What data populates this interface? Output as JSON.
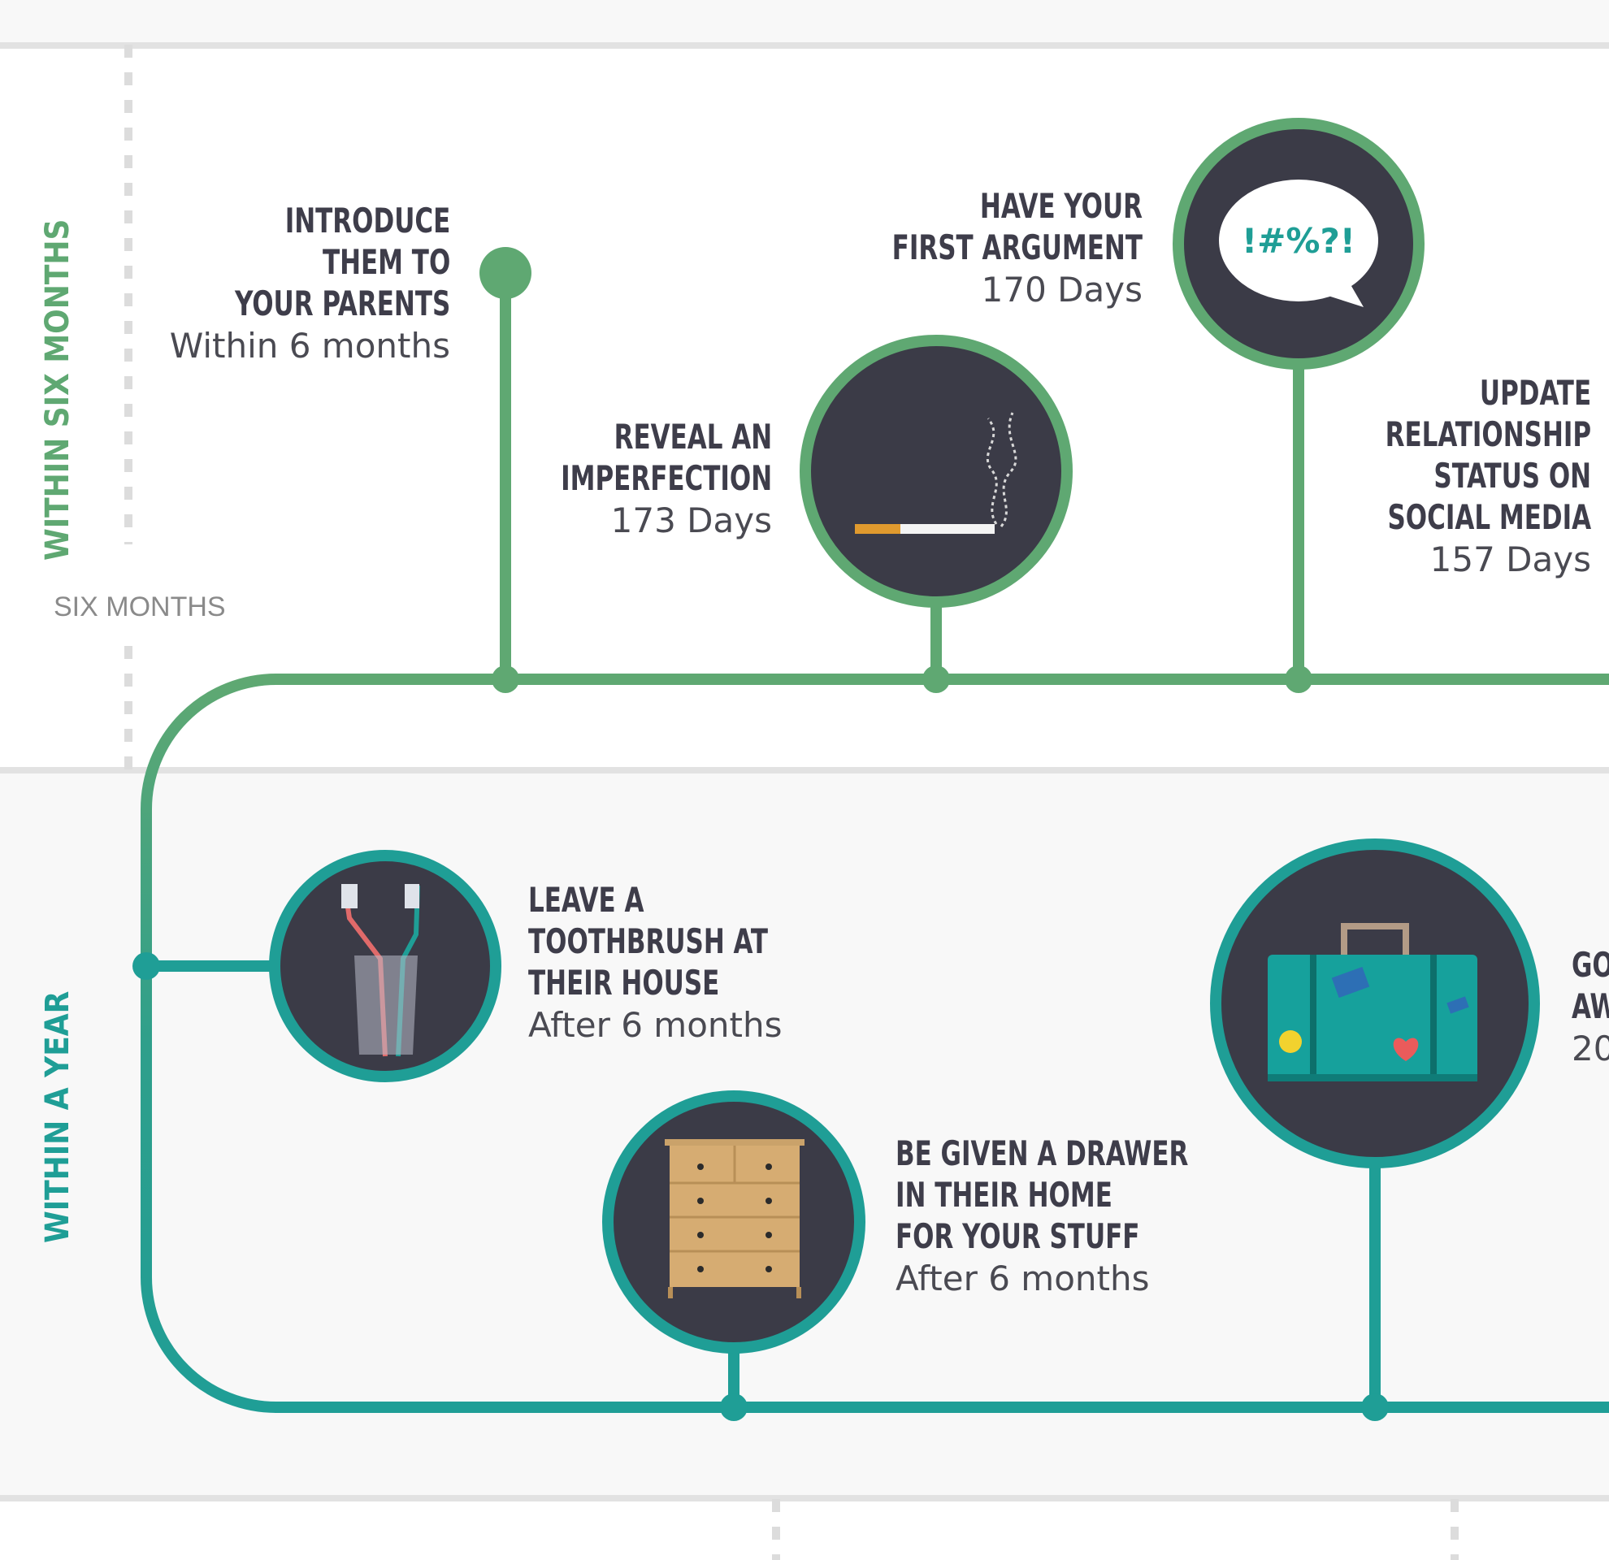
{
  "colors": {
    "green": "#5fa872",
    "teal": "#1f9e96",
    "dark_circle": "#3b3b47",
    "text_dark": "#3e3d4a",
    "band_background": "#f8f8f8"
  },
  "sections": [
    {
      "label": "WITHIN SIX MONTHS",
      "color": "#5fa872"
    },
    {
      "label": "WITHIN A YEAR",
      "color": "#1f9e96"
    }
  ],
  "divider_label": "SIX MONTHS",
  "milestones": [
    {
      "id": "parents",
      "title_lines": [
        "INTRODUCE",
        "THEM TO",
        "YOUR PARENTS"
      ],
      "detail": "Within 6 months",
      "icon": "dot-marker"
    },
    {
      "id": "imperfection",
      "title_lines": [
        "REVEAL AN",
        "IMPERFECTION"
      ],
      "detail": "173 Days",
      "icon": "cigarette-icon"
    },
    {
      "id": "argument",
      "title_lines": [
        "HAVE YOUR",
        "FIRST ARGUMENT"
      ],
      "detail": "170 Days",
      "icon": "speech-bubble-icon",
      "icon_text": "!#%?!"
    },
    {
      "id": "status",
      "title_lines": [
        "UPDATE",
        "RELATIONSHIP",
        "STATUS ON",
        "SOCIAL MEDIA"
      ],
      "detail": "157 Days",
      "icon": "none"
    },
    {
      "id": "toothbrush",
      "title_lines": [
        "LEAVE A",
        "TOOTHBRUSH AT",
        "THEIR HOUSE"
      ],
      "detail": "After 6 months",
      "icon": "toothbrush-icon"
    },
    {
      "id": "drawer",
      "title_lines": [
        "BE GIVEN A DRAWER",
        "IN THEIR HOME",
        "FOR YOUR STUFF"
      ],
      "detail": "After 6 months",
      "icon": "dresser-icon"
    },
    {
      "id": "away",
      "title_lines": [
        "GO",
        "AW"
      ],
      "detail": "20",
      "icon": "suitcase-icon"
    }
  ]
}
